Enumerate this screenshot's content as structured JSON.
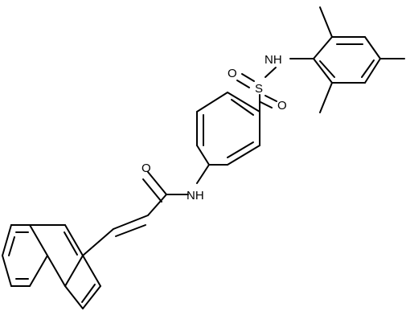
{
  "diagram": {
    "type": "chemical-structure",
    "bond_color": "#000000",
    "background": "#ffffff",
    "atom_labels": {
      "carbonyl_oxygen": "O",
      "amide_nitrogen": "NH",
      "sulfonyl_sulfur": "S",
      "sulfonyl_oxygen_upper": "O",
      "sulfonyl_oxygen_lower": "O",
      "sulfonamide_nitrogen": "NH"
    }
  }
}
